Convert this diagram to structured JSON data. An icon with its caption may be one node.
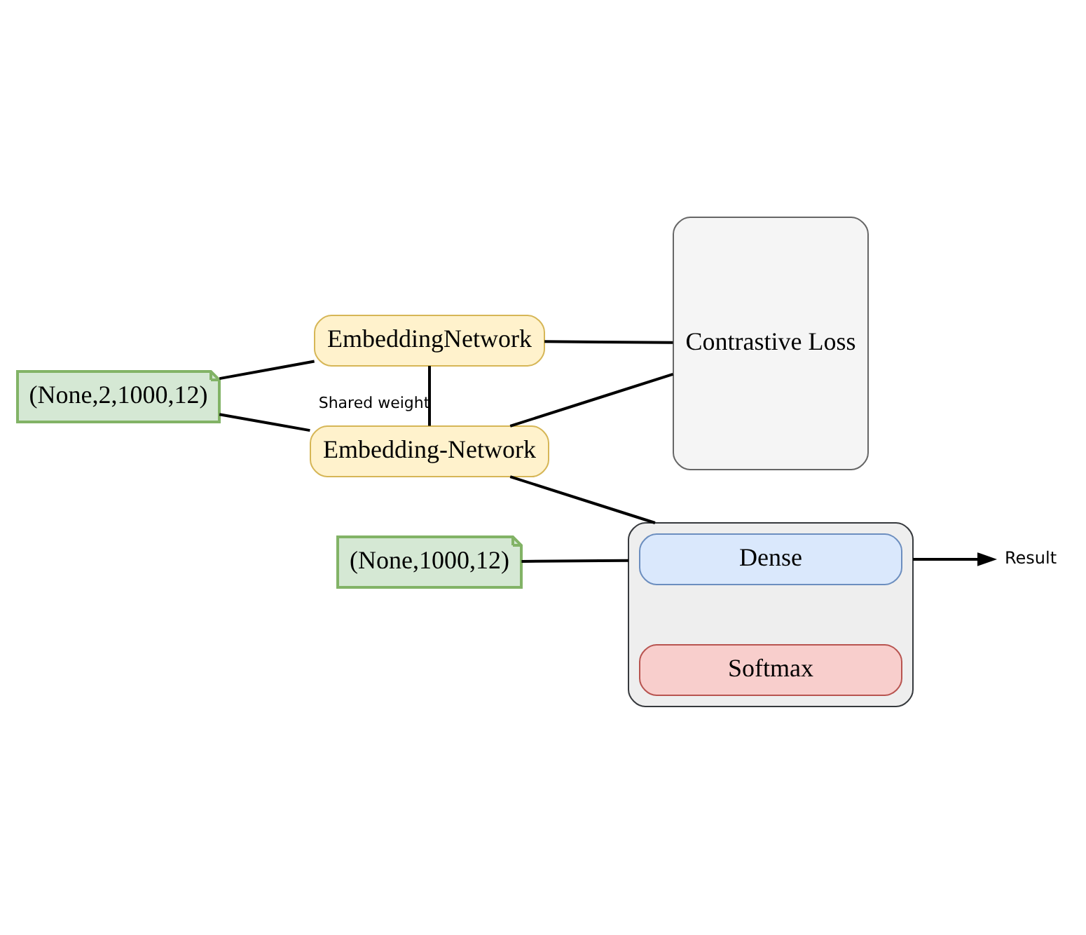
{
  "diagram": {
    "nodes": [
      {
        "text": [
          "(None,2,1000,12)"
        ]
      },
      {
        "text": [
          "EmbeddingNetwork"
        ]
      },
      {
        "text": [
          "Embedding-Network"
        ]
      },
      {
        "text": [
          "Contrastive Loss"
        ]
      },
      {
        "text": [],
        "shape": "box"
      },
      {
        "text": [
          "Dense"
        ],
        "in": 4
      },
      {
        "text": [
          "Softmax"
        ],
        "in": 4
      },
      {
        "text": [
          "(None,1000,12)"
        ]
      },
      {
        "text": [
          "Result"
        ]
      }
    ],
    "edges": [
      {
        "from": 0,
        "to": 1,
        "arrow": "none"
      },
      {
        "from": 0,
        "to": 2,
        "arrow": "none"
      },
      {
        "from": 1,
        "to": 2,
        "arrow": "none",
        "label": "Shared weight"
      },
      {
        "from": 1,
        "to": 3,
        "arrow": "none"
      },
      {
        "from": 2,
        "to": 3,
        "arrow": "none"
      },
      {
        "from": 2,
        "to": 4,
        "arrow": "none"
      },
      {
        "from": 7,
        "to": 4,
        "arrow": "none"
      },
      {
        "from": 4,
        "to": 8,
        "arrow": "to"
      }
    ]
  }
}
